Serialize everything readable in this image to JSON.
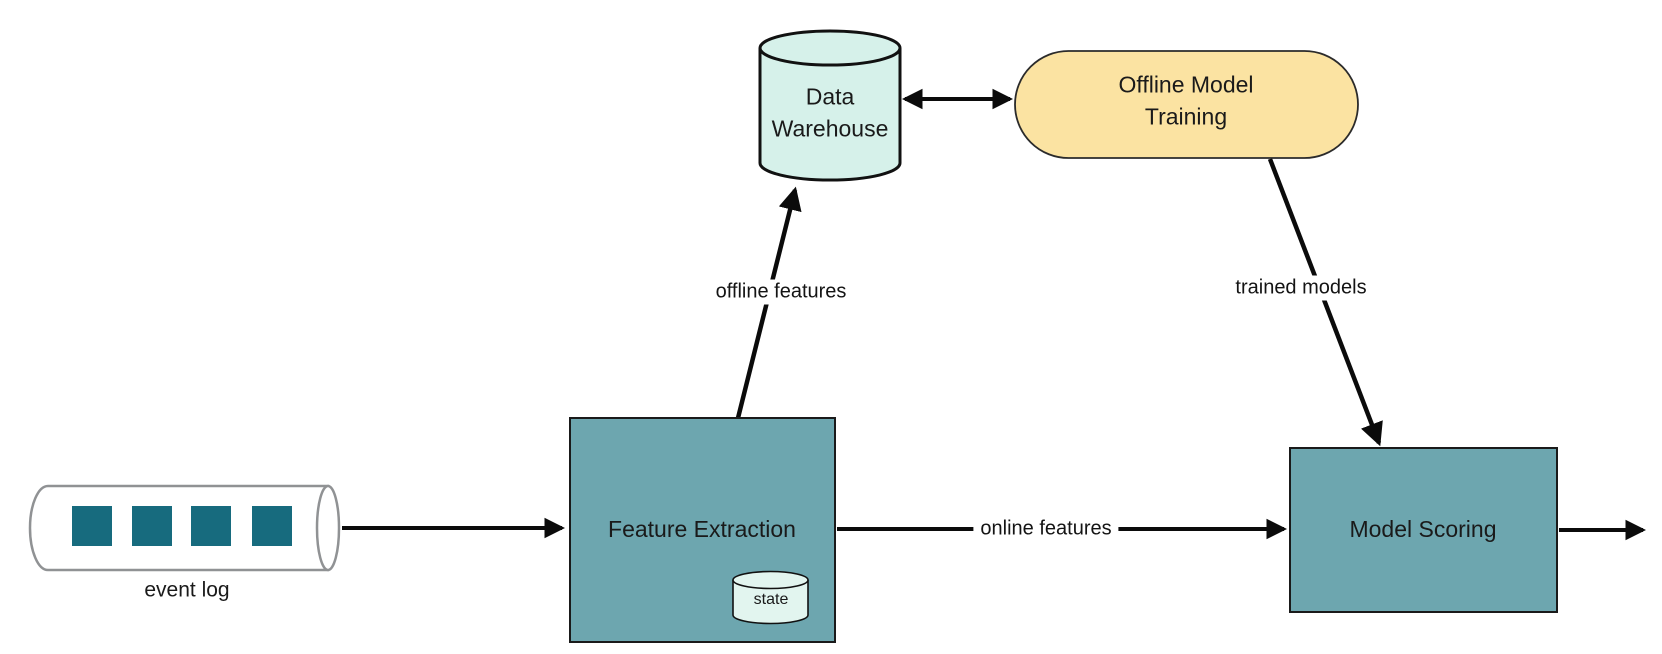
{
  "colors": {
    "background": "#ffffff",
    "process_fill": "#6da6af",
    "process_border": "#1a1a1a",
    "warehouse_fill": "#d6f1ea",
    "state_fill": "#e2f5ef",
    "store_border": "#111111",
    "training_fill": "#fbe3a2",
    "training_border": "#2b2b2b",
    "pipe_fill": "#ffffff",
    "pipe_outline": "#909294",
    "event_block": "#176b7e",
    "arrow": "#0b0b0b",
    "text": "#1a1a1a"
  },
  "nodes": {
    "event_log": {
      "label": "event log",
      "shape": "horizontal-cylinder-queue",
      "blocks": 4
    },
    "feature_extraction": {
      "label": "Feature Extraction",
      "shape": "rectangle"
    },
    "state_store": {
      "label": "state",
      "shape": "cylinder"
    },
    "data_warehouse": {
      "label": "Data Warehouse",
      "shape": "cylinder"
    },
    "offline_model_training": {
      "label": "Offline Model Training",
      "shape": "stadium"
    },
    "model_scoring": {
      "label": "Model Scoring",
      "shape": "rectangle"
    }
  },
  "edges": {
    "event_log_to_feature_extraction": {
      "label": "",
      "from": "event_log",
      "to": "feature_extraction"
    },
    "offline_features": {
      "label": "offline features",
      "from": "feature_extraction",
      "to": "data_warehouse"
    },
    "warehouse_training_sync": {
      "label": "",
      "from": "data_warehouse",
      "to": "offline_model_training",
      "bidirectional": true
    },
    "trained_models": {
      "label": "trained models",
      "from": "offline_model_training",
      "to": "model_scoring"
    },
    "online_features": {
      "label": "online features",
      "from": "feature_extraction",
      "to": "model_scoring"
    },
    "model_scoring_output": {
      "label": "",
      "from": "model_scoring",
      "to": ""
    }
  }
}
